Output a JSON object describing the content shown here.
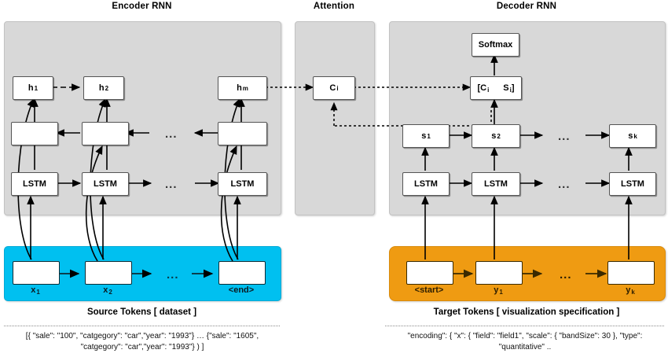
{
  "titles": {
    "encoder": "Encoder RNN",
    "attention": "Attention",
    "decoder": "Decoder RNN"
  },
  "colors": {
    "panel": "#d8d8d8",
    "source_band": "#00c0f0",
    "target_band": "#ef9b12",
    "box_fill": "#ffffff",
    "stroke": "#000000"
  },
  "encoder": {
    "hidden_row": [
      {
        "label": "h",
        "sub": "1",
        "name": "h1"
      },
      {
        "label": "h",
        "sub": "2",
        "name": "h2"
      },
      {
        "label": "h",
        "sub": "m",
        "name": "hm"
      }
    ],
    "backward_row": [
      {
        "label": "",
        "name": "backward-cell-1"
      },
      {
        "label": "",
        "name": "backward-cell-2"
      },
      {
        "label": "",
        "name": "backward-cell-m"
      }
    ],
    "lstm_row": [
      {
        "label": "LSTM"
      },
      {
        "label": "LSTM"
      },
      {
        "label": "LSTM"
      }
    ],
    "ellipsis": "...",
    "source_tokens": [
      {
        "label": "x",
        "sub": "1"
      },
      {
        "label": "x",
        "sub": "2"
      },
      {
        "label": "<end>",
        "sub": ""
      }
    ],
    "caption": "Source Tokens [ dataset ]",
    "json_line1": "[{ \"sale\": \"100\", \"catgegory\": \"car\",\"year\": \"1993\"} … {\"sale\": \"1605\",",
    "json_line2": "\"catgegory\": \"car\",\"year\": \"1993\"} ) ]"
  },
  "attention": {
    "context_box": {
      "label": "C",
      "sub": "i"
    }
  },
  "decoder": {
    "softmax": "Softmax",
    "concat_box": {
      "prefix": "[C",
      "sub1": "i",
      "mid": "S",
      "sub2": "i",
      "suffix": "]"
    },
    "state_row": [
      {
        "label": "s",
        "sub": "1"
      },
      {
        "label": "s",
        "sub": "2"
      },
      {
        "label": "s",
        "sub": "k"
      }
    ],
    "lstm_row": [
      {
        "label": "LSTM"
      },
      {
        "label": "LSTM"
      },
      {
        "label": "LSTM"
      }
    ],
    "ellipsis": "...",
    "target_tokens": [
      {
        "label": "<start>",
        "sub": ""
      },
      {
        "label": "y",
        "sub": "1"
      },
      {
        "label": "y",
        "sub": "k"
      }
    ],
    "caption": "Target Tokens [ visualization specification ]",
    "json_line1": "\"encoding\": { \"x\": { \"field\": \"field1\", \"scale\": { \"bandSize\": 30 }, \"type\":",
    "json_line2": "\"quantitative\" .."
  }
}
